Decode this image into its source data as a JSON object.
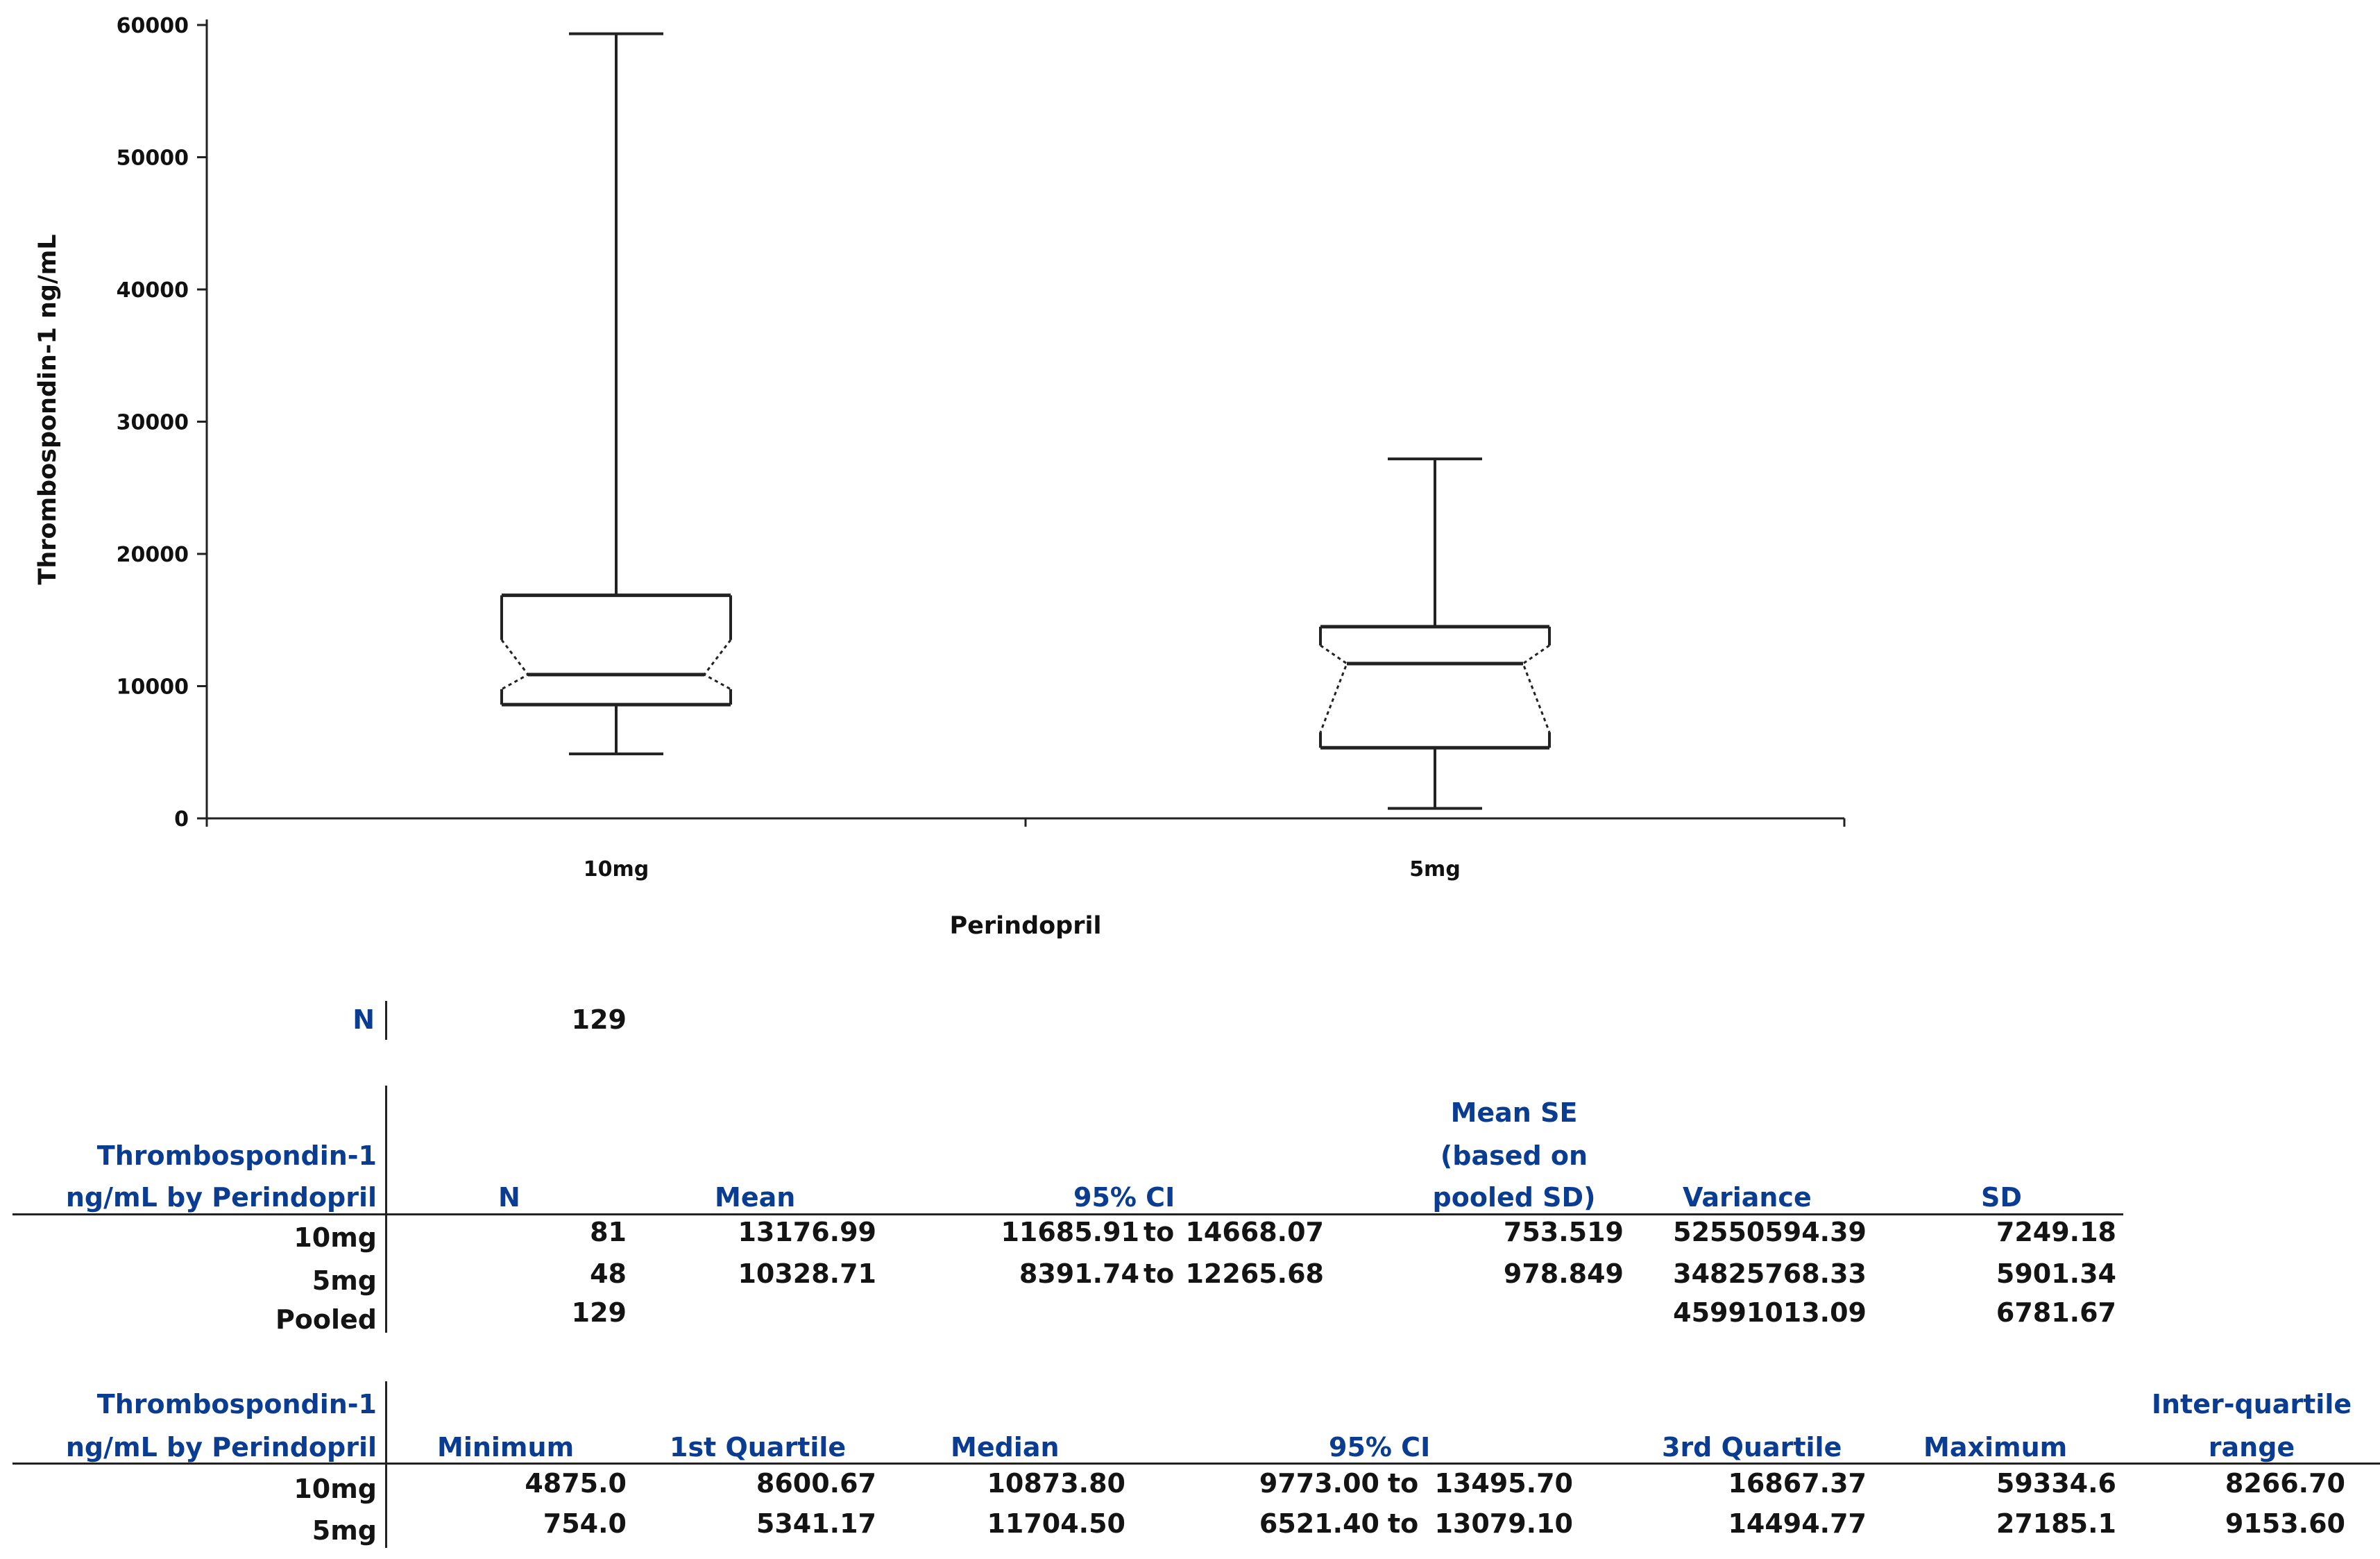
{
  "chart_data": {
    "type": "box",
    "xlabel": "Perindopril",
    "ylabel": "Thrombospondin-1   ng/mL",
    "ylim": [
      0,
      60000
    ],
    "yticks": [
      "0",
      "10000",
      "20000",
      "30000",
      "40000",
      "50000",
      "60000"
    ],
    "ytick_values": [
      0,
      10000,
      20000,
      30000,
      40000,
      50000,
      60000
    ],
    "categories": [
      "10mg",
      "5mg"
    ],
    "boxes": [
      {
        "name": "10mg",
        "min": 4875.0,
        "q1": 8600.67,
        "median": 10873.8,
        "q3": 16867.37,
        "max": 59334.6,
        "notch_lo": 9773.0,
        "notch_hi": 13495.7
      },
      {
        "name": "5mg",
        "min": 754.0,
        "q1": 5341.17,
        "median": 11704.5,
        "q3": 14494.77,
        "max": 27185.1,
        "notch_lo": 6521.4,
        "notch_hi": 13079.1
      }
    ]
  },
  "tables": {
    "n_label": "N",
    "n_value": "129",
    "t1": {
      "label_l1": "Thrombospondin-1",
      "label_l2": "ng/mL by Perindopril",
      "headers": {
        "n": "N",
        "mean": "Mean",
        "ci": "95% CI",
        "se_l1": "Mean SE",
        "se_l2": "(based on",
        "se_l3": "pooled SD)",
        "variance": "Variance",
        "sd": "SD"
      },
      "rows": [
        {
          "group": "10mg",
          "n": "81",
          "mean": "13176.99",
          "ci_lo": "11685.91",
          "ci_to": "to",
          "ci_hi": "14668.07",
          "se": "753.519",
          "variance": "52550594.39",
          "sd": "7249.18"
        },
        {
          "group": "5mg",
          "n": "48",
          "mean": "10328.71",
          "ci_lo": "8391.74",
          "ci_to": "to",
          "ci_hi": "12265.68",
          "se": "978.849",
          "variance": "34825768.33",
          "sd": "5901.34"
        },
        {
          "group": "Pooled",
          "n": "129",
          "variance": "45991013.09",
          "sd": "6781.67"
        }
      ]
    },
    "t2": {
      "label_l1": "Thrombospondin-1",
      "label_l2": "ng/mL by Perindopril",
      "headers": {
        "min": "Minimum",
        "q1": "1st Quartile",
        "median": "Median",
        "ci": "95% CI",
        "q3": "3rd Quartile",
        "max": "Maximum",
        "iqr_l1": "Inter-quartile",
        "iqr_l2": "range"
      },
      "rows": [
        {
          "group": "10mg",
          "min": "4875.0",
          "q1": "8600.67",
          "median": "10873.80",
          "ci_lo": "9773.00",
          "ci_to": "to",
          "ci_hi": "13495.70",
          "q3": "16867.37",
          "max": "59334.6",
          "iqr": "8266.70"
        },
        {
          "group": "5mg",
          "min": "754.0",
          "q1": "5341.17",
          "median": "11704.50",
          "ci_lo": "6521.40",
          "ci_to": "to",
          "ci_hi": "13079.10",
          "q3": "14494.77",
          "max": "27185.1",
          "iqr": "9153.60"
        }
      ]
    }
  }
}
